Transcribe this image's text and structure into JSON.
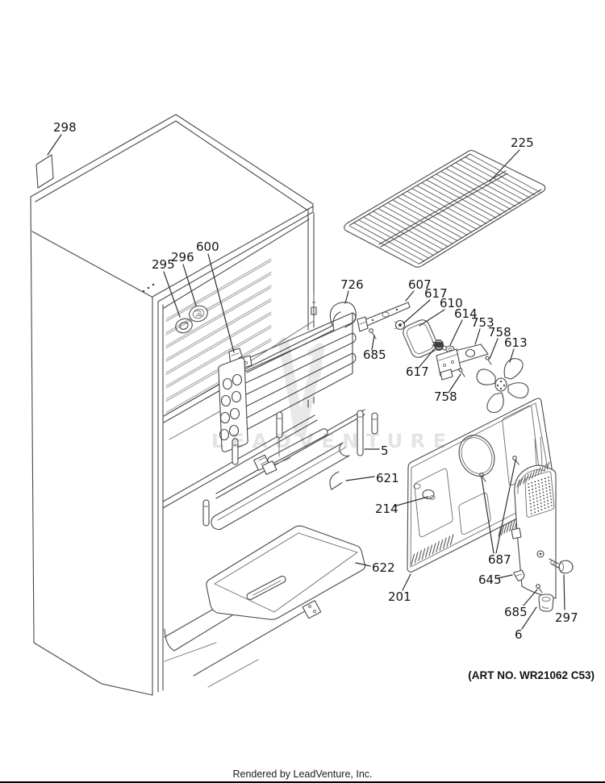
{
  "diagram": {
    "art_no": "(ART NO. WR21062 C53)",
    "footer": "Rendered by LeadVenture, Inc.",
    "watermark": {
      "text": "LEADVENTURE",
      "color": "#e4e4e4"
    },
    "line_color": "#474747",
    "label_color": "#151515",
    "labels": [
      {
        "text": "298"
      },
      {
        "text": "225"
      },
      {
        "text": "295"
      },
      {
        "text": "296"
      },
      {
        "text": "600"
      },
      {
        "text": "726"
      },
      {
        "text": "607"
      },
      {
        "text": "617"
      },
      {
        "text": "610"
      },
      {
        "text": "614"
      },
      {
        "text": "753"
      },
      {
        "text": "758"
      },
      {
        "text": "613"
      },
      {
        "text": "685"
      },
      {
        "text": "617"
      },
      {
        "text": "758"
      },
      {
        "text": "5"
      },
      {
        "text": "621"
      },
      {
        "text": "214"
      },
      {
        "text": "622"
      },
      {
        "text": "687"
      },
      {
        "text": "645"
      },
      {
        "text": "201"
      },
      {
        "text": "685"
      },
      {
        "text": "6"
      },
      {
        "text": "297"
      }
    ]
  }
}
